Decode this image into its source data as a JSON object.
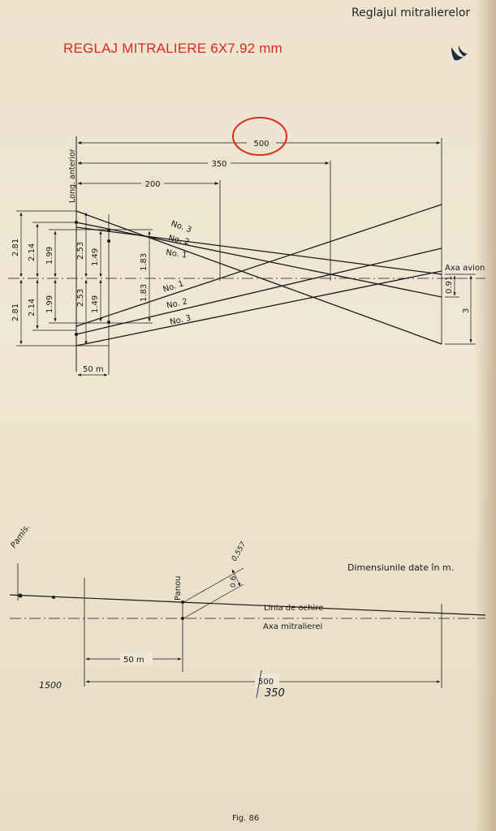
{
  "header": {
    "title": "Reglajul mitralierelor"
  },
  "overlay": {
    "title": "REGLAJ MITRALIERE 6X7.92 mm",
    "accent": "#e3281e"
  },
  "figure": {
    "caption": "Fig. 86"
  },
  "top_diagram": {
    "distances": {
      "d500": "500",
      "d350": "350",
      "d200": "200",
      "d50": "50 m"
    },
    "labels": {
      "long_anterior": "Long. anterior",
      "axa_avion": "Axa avion",
      "no3": "No. 3",
      "no2": "No. 2",
      "no1": "No. 1"
    },
    "left_dims": {
      "outer_top": "2.81",
      "outer_bottom": "2.81",
      "mid_top": "2.14",
      "mid_bottom": "2.14",
      "inner_top": "1.99",
      "inner_bottom": "1.99",
      "gun_top": "2.53",
      "gun_bottom": "2.53",
      "near_top": "1.49",
      "near_bottom": "1.49",
      "span_top": "1.83",
      "span_bottom": "1.83"
    },
    "right_dims": {
      "small": "0.91",
      "large": "3"
    }
  },
  "bottom_diagram": {
    "title": "Dimensiunile date în m.",
    "labels": {
      "panou": "Panou",
      "linia": "Linia de ochire",
      "axa": "Axa mitralierei",
      "d50": "50 m",
      "d500": "500",
      "small": "0.6"
    },
    "handwritten": {
      "top_left": "Pamls.",
      "left": "1500",
      "bottom": "350",
      "upper": "0,557"
    }
  }
}
